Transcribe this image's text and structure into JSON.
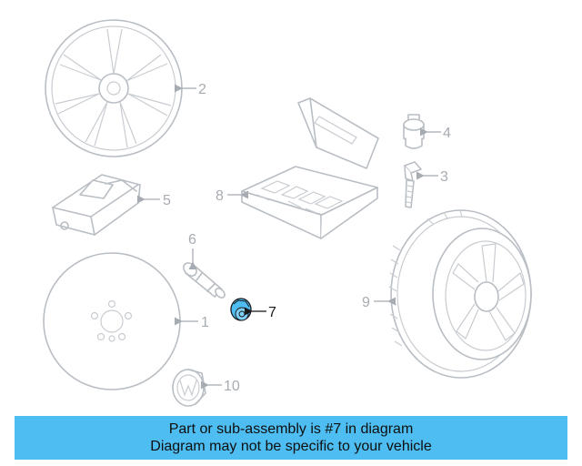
{
  "highlight_color": "#4dbdf2",
  "highlighted_part": "7",
  "callouts": [
    {
      "id": "1",
      "label": "1",
      "part": "spare-wheel"
    },
    {
      "id": "2",
      "label": "2",
      "part": "alloy-wheel"
    },
    {
      "id": "3",
      "label": "3",
      "part": "wheel-bolt"
    },
    {
      "id": "4",
      "label": "4",
      "part": "locking-bolt"
    },
    {
      "id": "5",
      "label": "5",
      "part": "pressure-sensor"
    },
    {
      "id": "6",
      "label": "6",
      "part": "valve-stem"
    },
    {
      "id": "7",
      "label": "7",
      "part": "valve-nut"
    },
    {
      "id": "8",
      "label": "8",
      "part": "repair-kit-case"
    },
    {
      "id": "9",
      "label": "9",
      "part": "tire-and-wheel"
    },
    {
      "id": "10",
      "label": "10",
      "part": "center-cap"
    }
  ],
  "banner": {
    "line1": "Part or sub-assembly is #7 in diagram",
    "line2": "Diagram may not be specific to your vehicle"
  }
}
